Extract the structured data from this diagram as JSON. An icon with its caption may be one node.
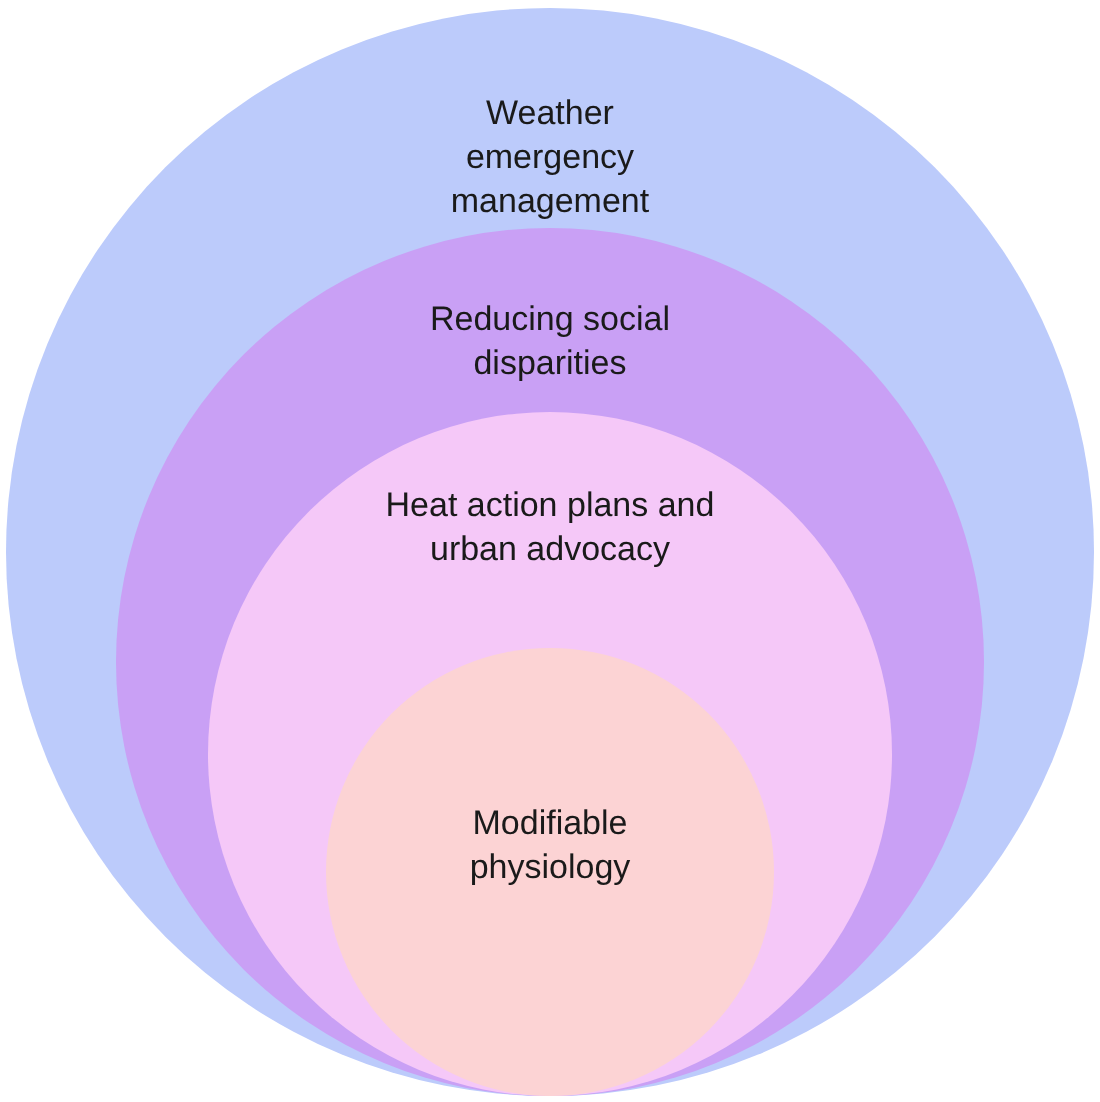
{
  "diagram": {
    "nodes": [
      {
        "text": [
          "Weather emergency management"
        ]
      },
      {
        "text": [
          "Reducing social disparities"
        ],
        "in": 0
      },
      {
        "text": [
          "Heat action plans and urban advocacy"
        ],
        "in": 1
      },
      {
        "text": [
          "Modifiable physiology"
        ],
        "in": 2
      }
    ]
  }
}
